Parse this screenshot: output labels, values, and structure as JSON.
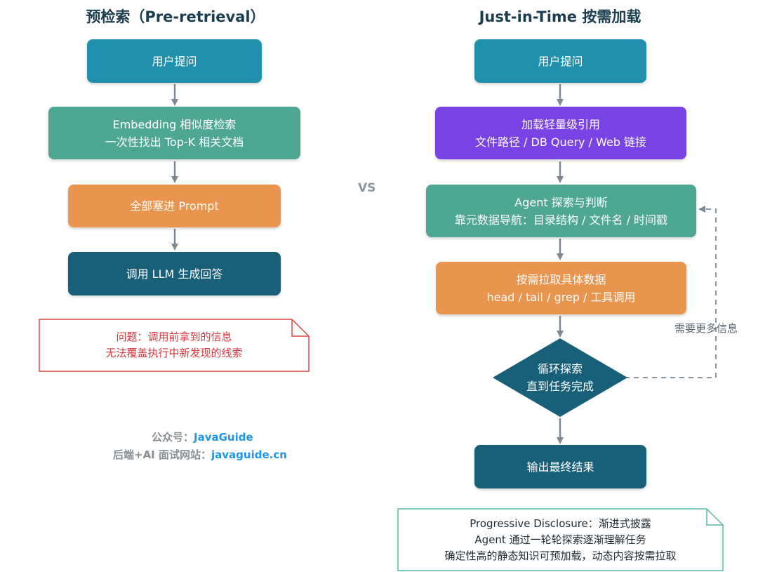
{
  "left": {
    "title": "预检索（Pre-retrieval）",
    "step1": "用户提问",
    "step2_line1": "Embedding 相似度检索",
    "step2_line2": "一次性找出 Top-K 相关文档",
    "step3": "全部塞进 Prompt",
    "step4": "调用 LLM 生成回答",
    "problem_line1": "问题：调用前拿到的信息",
    "problem_line2": "无法覆盖执行中新发现的线索"
  },
  "vs": "VS",
  "right": {
    "title": "Just-in-Time 按需加载",
    "step1": "用户提问",
    "step2_line1": "加载轻量级引用",
    "step2_line2": "文件路径 / DB Query / Web 链接",
    "step3_line1": "Agent 探索与判断",
    "step3_line2": "靠元数据导航：目录结构 / 文件名 / 时间戳",
    "step4_line1": "按需拉取具体数据",
    "step4_line2": "head / tail / grep / 工具调用",
    "decision_line1": "循环探索",
    "decision_line2": "直到任务完成",
    "loop_label": "需要更多信息",
    "step5": "输出最终结果",
    "note_line1": "Progressive Disclosure：渐进式披露",
    "note_line2": "Agent 通过一轮轮探索逐渐理解任务",
    "note_line3": "确定性高的静态知识可预加载，动态内容按需拉取"
  },
  "footer": {
    "line1_label": "公众号：",
    "line1_value": "JavaGuide",
    "line2_label": "后端+AI 面试网站：",
    "line2_value": "javaguide.cn"
  },
  "colors": {
    "teal": "#2190ad",
    "green": "#4ea695",
    "orange": "#ea954f",
    "navy": "#185f78",
    "purple": "#7942e5",
    "problem_border": "#e0453f",
    "note_border": "#5fb8a6",
    "link": "#2196e8"
  }
}
